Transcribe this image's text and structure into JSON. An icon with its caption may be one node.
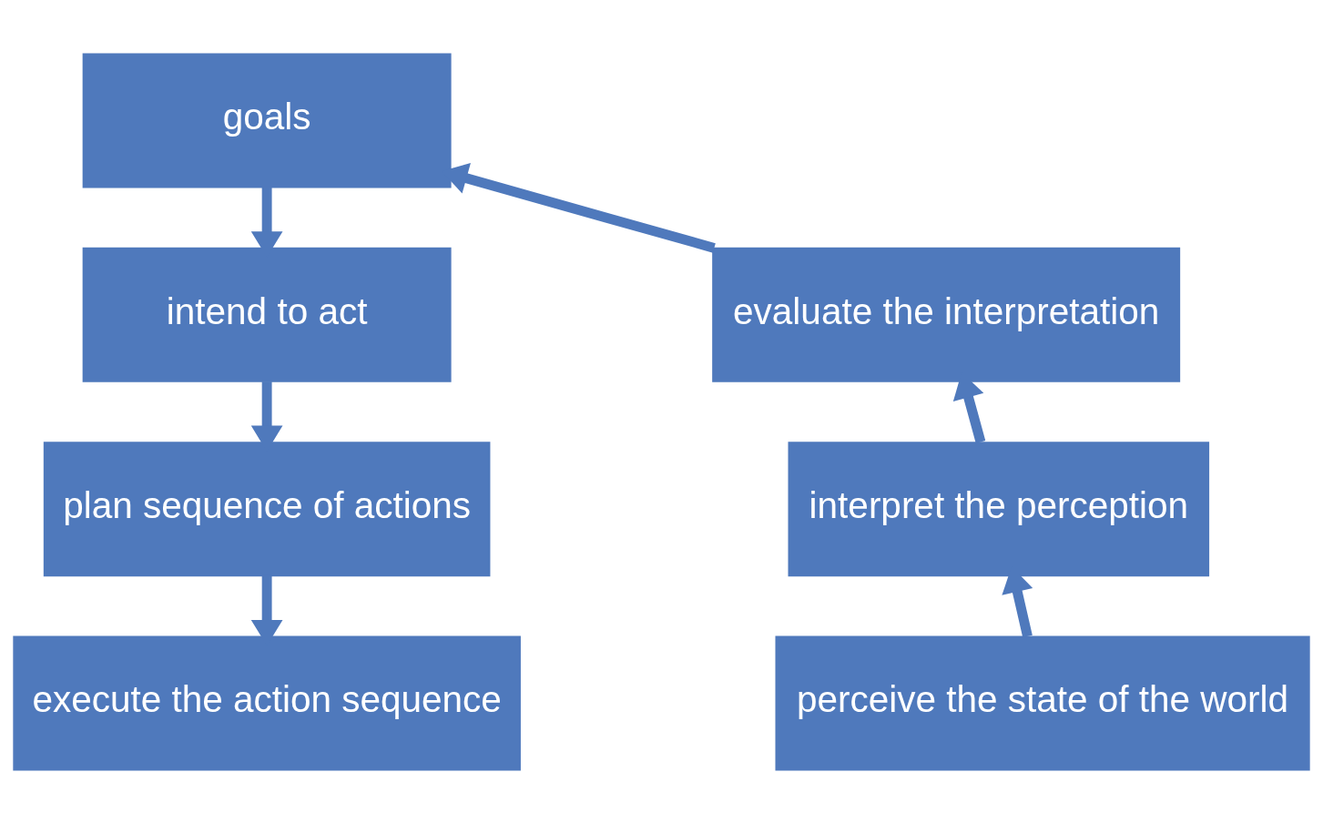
{
  "diagram": {
    "nodes": [
      {
        "text": [
          "goals"
        ]
      },
      {
        "text": [
          "intend to act"
        ]
      },
      {
        "text": [
          "plan sequence of actions"
        ]
      },
      {
        "text": [
          "execute the action sequence"
        ]
      },
      {
        "text": [
          "evaluate the interpretation"
        ]
      },
      {
        "text": [
          "interpret the perception"
        ]
      },
      {
        "text": [
          "perceive the state of the world"
        ]
      }
    ],
    "edges": [
      {
        "from": 0,
        "to": 1,
        "arrow": "to"
      },
      {
        "from": 1,
        "to": 2,
        "arrow": "to"
      },
      {
        "from": 2,
        "to": 3,
        "arrow": "to"
      },
      {
        "from": 6,
        "to": 5,
        "arrow": "to"
      },
      {
        "from": 5,
        "to": 4,
        "arrow": "to"
      },
      {
        "from": 4,
        "to": 0,
        "arrow": "to"
      }
    ]
  }
}
